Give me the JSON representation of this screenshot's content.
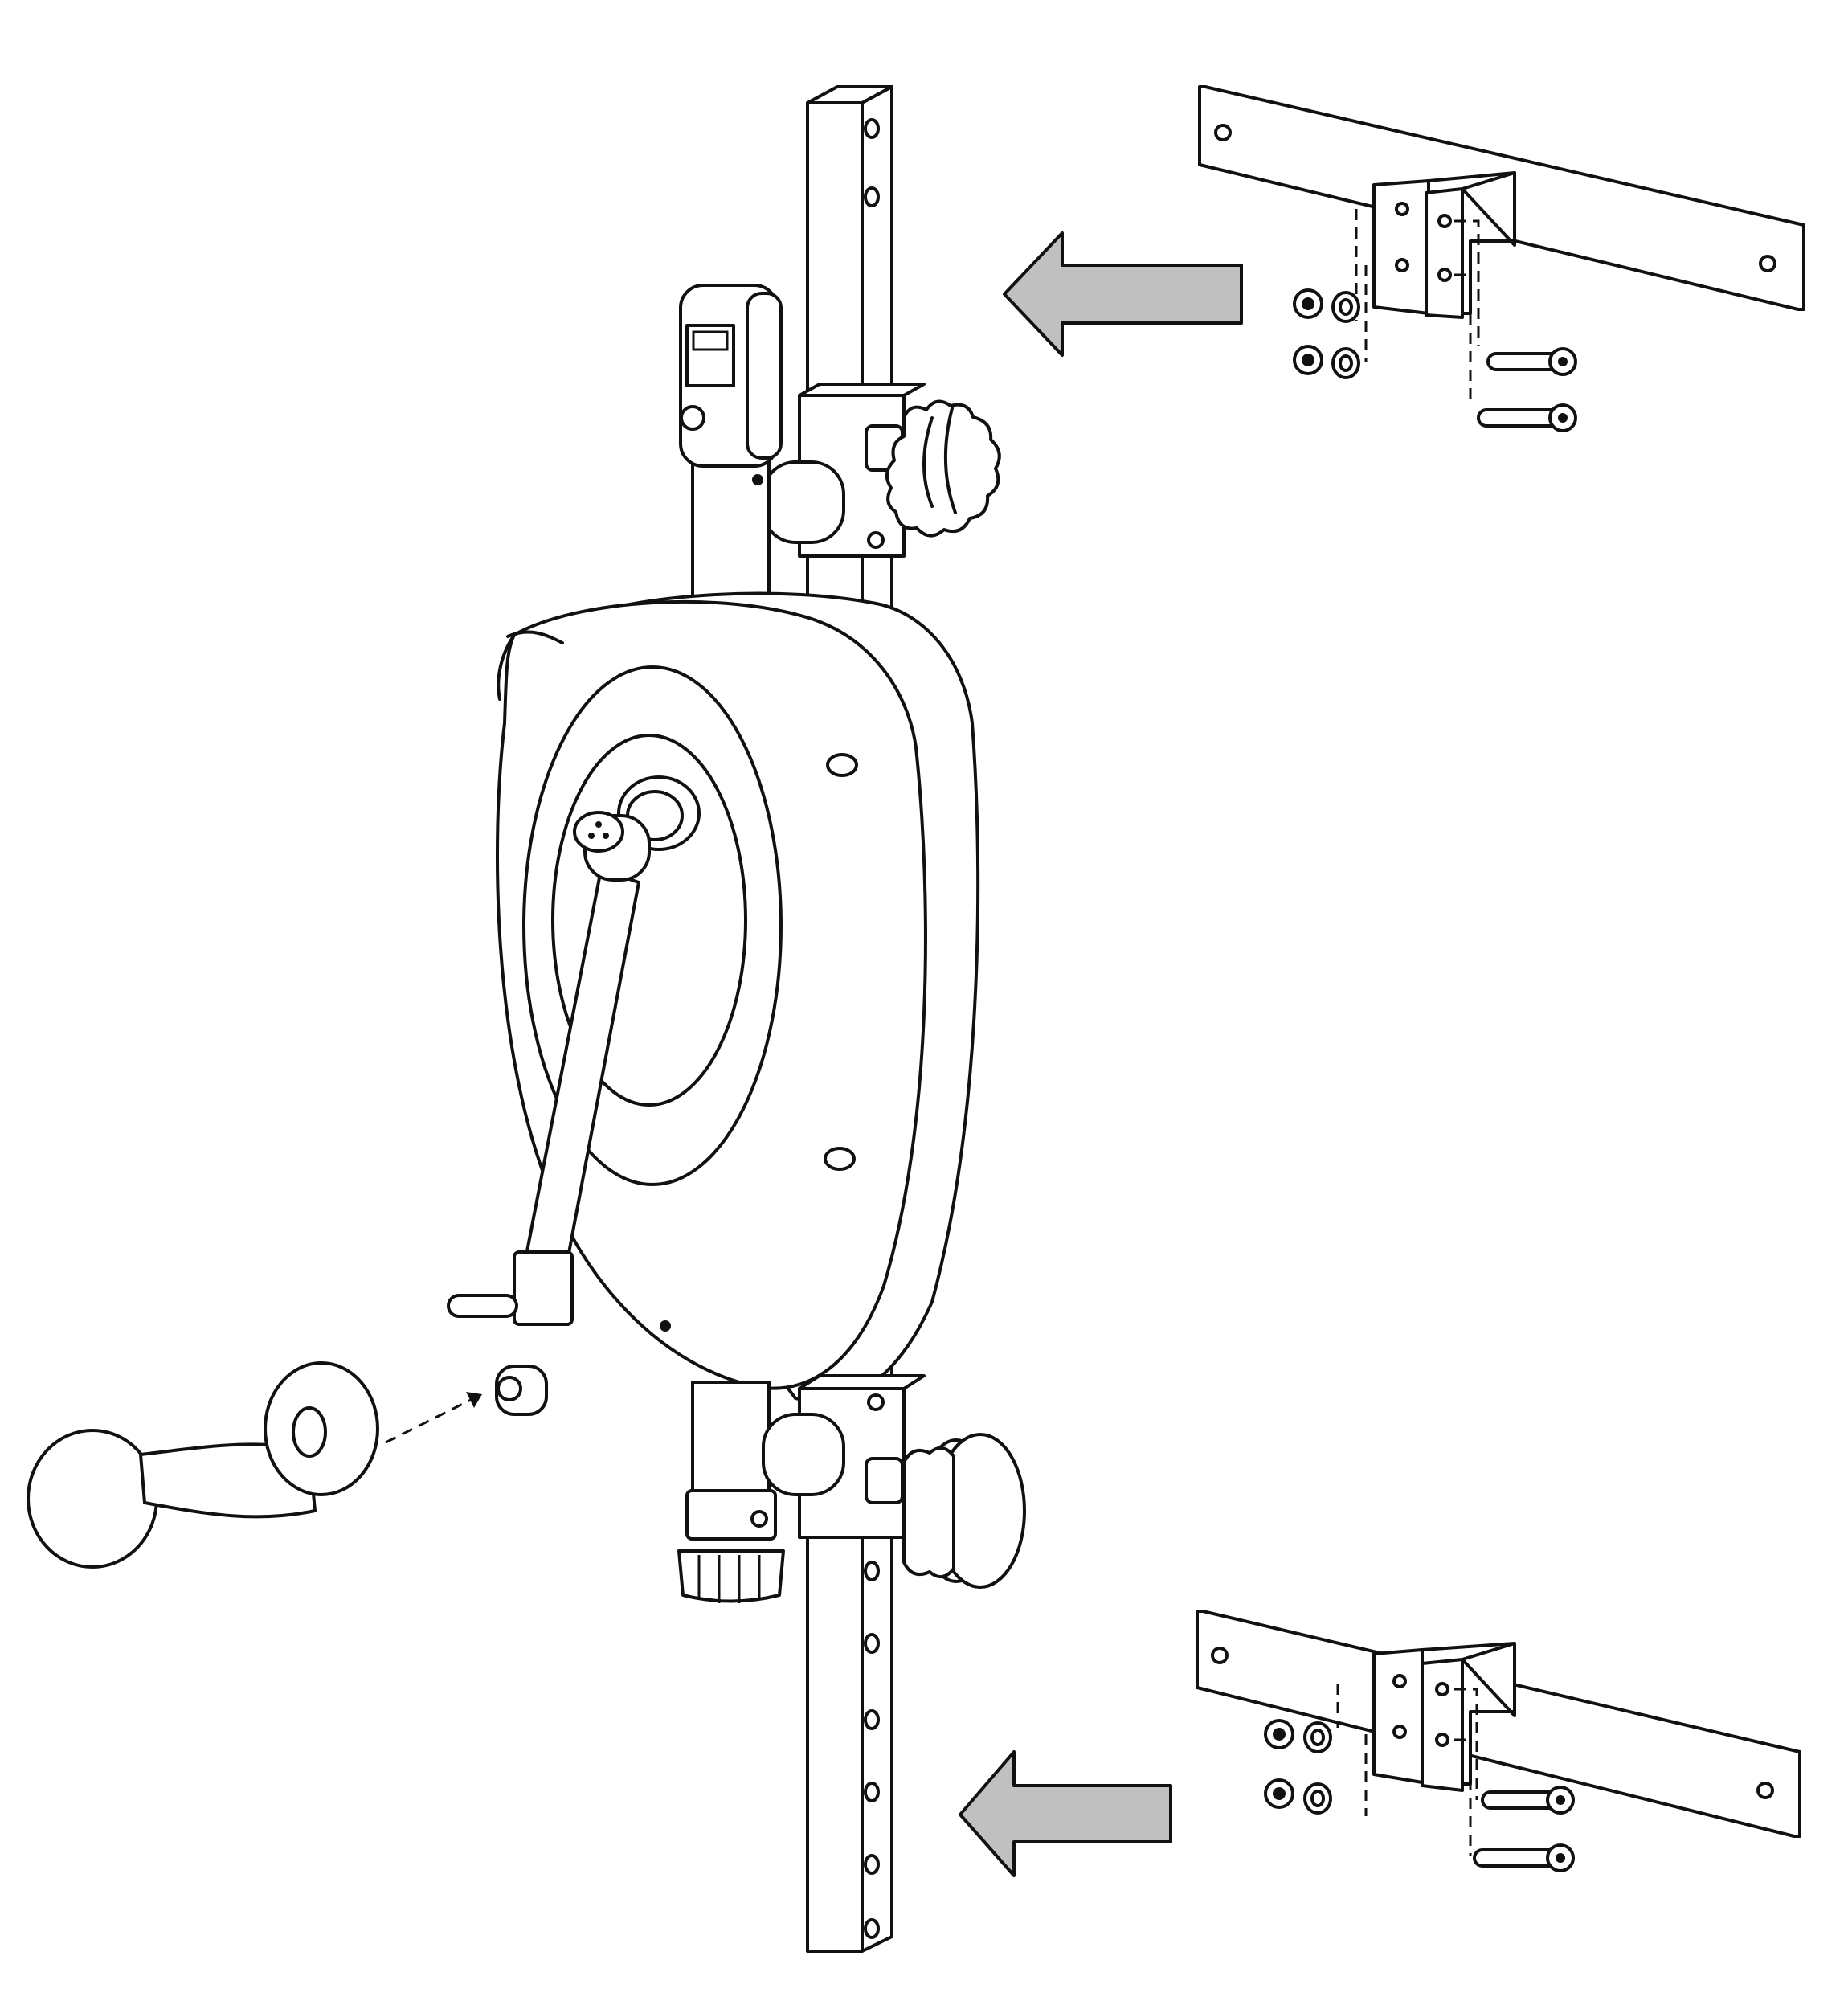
{
  "colors": {
    "line": "#111111",
    "background": "#ffffff",
    "arrow_fill": "#c0c0c0"
  },
  "parts": [
    "vertical-rail",
    "console",
    "top-clamp-knob",
    "bottom-clamp-knob",
    "resistance-housing",
    "crank-arm",
    "pedal-handle",
    "bottom-adjust-knob",
    "top-wall-bracket",
    "bottom-wall-bracket",
    "hex-nut",
    "washer",
    "bolt",
    "assembly-arrow"
  ]
}
